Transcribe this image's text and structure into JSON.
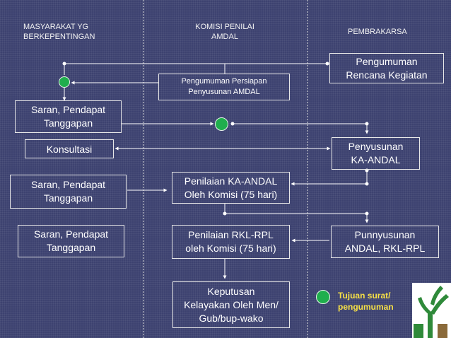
{
  "columns": {
    "col1": {
      "line1": "MASYARAKAT YG",
      "line2": "BERKEPENTINGAN"
    },
    "col2": {
      "line1": "KOMISI PENILAI",
      "line2": "AMDAL"
    },
    "col3": {
      "line1": "PEMBRAKARSA"
    }
  },
  "boxes": {
    "pengumuman_rencana": {
      "line1": "Pengumuman",
      "line2": "Rencana Kegiatan"
    },
    "pengumuman_persiapan": {
      "line1": "Pengumuman Persiapan",
      "line2": "Penyusunan AMDAL"
    },
    "saran_1": {
      "line1": "Saran, Pendapat",
      "line2": "Tanggapan"
    },
    "konsultasi": {
      "line1": "Konsultasi"
    },
    "penyusunan_ka": {
      "line1": "Penyusunan",
      "line2": "KA-ANDAL"
    },
    "saran_2": {
      "line1": "Saran, Pendapat",
      "line2": "Tanggapan"
    },
    "penilaian_ka": {
      "line1": "Penilaian KA-ANDAL",
      "line2": "Oleh Komisi (75 hari)"
    },
    "saran_3": {
      "line1": "Saran, Pendapat",
      "line2": "Tanggapan"
    },
    "penilaian_rkl": {
      "line1": "Penilaian RKL-RPL",
      "line2": "oleh Komisi (75 hari)"
    },
    "punnyusunan": {
      "line1": "Punnyusunan",
      "line2": "ANDAL, RKL-RPL"
    },
    "keputusan": {
      "line1": "Keputusan",
      "line2": "Kelayakan Oleh Men/",
      "line3": "Gub/bup-wako"
    }
  },
  "legend": {
    "line1": "Tujuan surat/",
    "line2": "pengumuman",
    "marker_icon": "green-circle-icon"
  },
  "colors": {
    "background": "#3d4270",
    "marker": "#1fae4d",
    "legend_text": "#f6e046"
  }
}
